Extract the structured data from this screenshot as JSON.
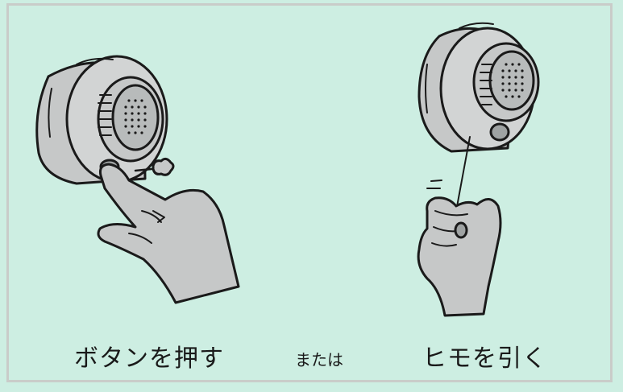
{
  "captions": {
    "push_button": "ボタンを押す",
    "or": "または",
    "pull_string": "ヒモを引く"
  },
  "colors": {
    "background": "#cdeee2",
    "detector_body": "#c6c8c8",
    "skin": "#c6c8c8",
    "outline": "#1a1a1a"
  },
  "icons": {
    "left": "smoke-detector-push-button",
    "right": "smoke-detector-pull-string"
  }
}
